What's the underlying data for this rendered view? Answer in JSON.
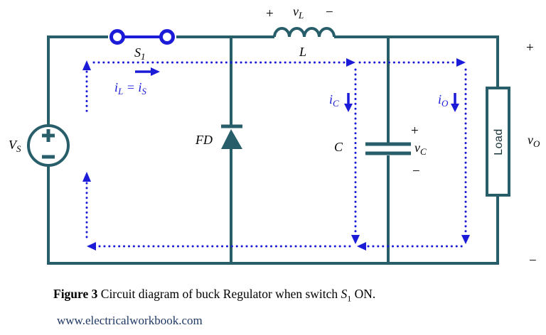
{
  "colors": {
    "wire": "#275E6A",
    "loop": "#1B1BD8",
    "label": "#000000",
    "load_text": "#173137",
    "website": "#1F3864",
    "background": "#FFFFFF"
  },
  "components": {
    "source": {
      "name": "V",
      "sub": "S"
    },
    "switch": {
      "name": "S",
      "sub": "1"
    },
    "diode": {
      "name": "FD"
    },
    "inductor": {
      "name": "L"
    },
    "capacitor": {
      "name": "C"
    },
    "load": {
      "name": "Load"
    }
  },
  "voltages": {
    "inductor": {
      "plus": "+",
      "name": "v",
      "sub": "L",
      "minus": "−"
    },
    "capacitor": {
      "plus": "+",
      "name": "v",
      "sub": "C",
      "minus": "−"
    },
    "output": {
      "plus": "+",
      "name": "v",
      "sub": "O",
      "minus": "−"
    }
  },
  "currents": {
    "loop_label": {
      "i1": "i",
      "i1_sub": "L",
      "equals": " = ",
      "i2": "i",
      "i2_sub": "S"
    },
    "cap": {
      "name": "i",
      "sub": "C"
    },
    "out": {
      "name": "i",
      "sub": "O"
    }
  },
  "caption": {
    "figure": "Figure 3",
    "text": " Circuit diagram of buck Regulator when switch ",
    "switch": "S",
    "switch_sub": "1",
    "tail": " ON."
  },
  "website": "www.electricalworkbook.com"
}
